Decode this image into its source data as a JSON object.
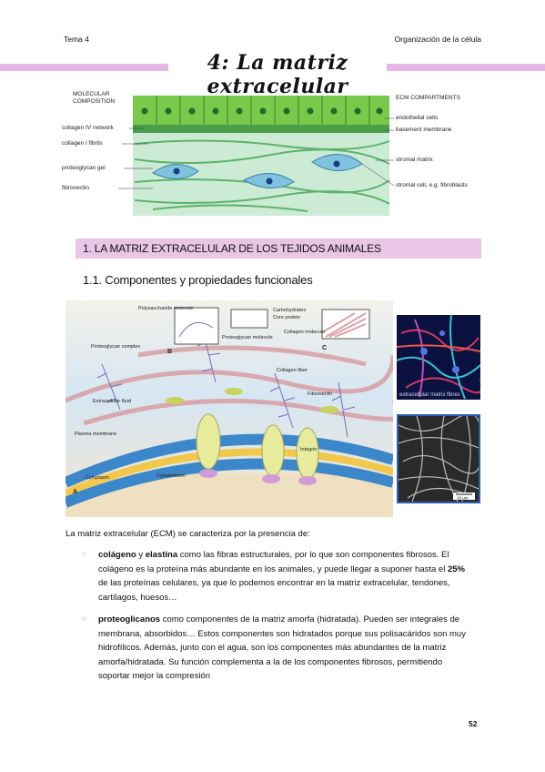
{
  "header": {
    "left": "Tema 4",
    "right": "Organización de la célula"
  },
  "page_title": "4: La matriz extracelular",
  "figure1": {
    "left_heading_1": "MOLECULAR",
    "left_heading_2": "COMPOSITION",
    "left_labels": [
      "collagen IV network",
      "collagen I fibrils",
      "proteoglycan gel",
      "fibronectin"
    ],
    "right_heading": "ECM COMPARTMENTS",
    "right_labels": [
      "endothelial cells",
      "basement membrane",
      "stromal matrix",
      "stromal cell, e.g. fibroblasts"
    ]
  },
  "section1": {
    "title": "1.   LA MATRIZ EXTRACELULAR DE LOS TEJIDOS ANIMALES"
  },
  "section11": {
    "title": "1.1. Componentes y propiedades funcionales"
  },
  "figure2": {
    "labels": {
      "polysaccharide": "Polysaccharide molecule",
      "carbohydrates": "Carbohydrates",
      "core_protein": "Core protein",
      "proteoglycan_molecule": "Proteoglycan molecule",
      "collagen_molecule": "Collagen molecule",
      "proteoglycan_complex": "Proteoglycan complex",
      "collagen_fiber": "Collagen fiber",
      "extracellular_fluid": "Extracellular fluid",
      "fibronectin": "Fibronectin",
      "plasma_membrane": "Plasma membrane",
      "integrin": "Integrin",
      "cytoplasm": "Cytoplasm",
      "cytoskeleton": "Cytoskeleton",
      "a": "A",
      "b": "B",
      "c": "C"
    },
    "micro_caption": "extracellular matrix fibres",
    "scale_bar": "10 µm"
  },
  "intro": "La matriz extracelular (ECM) se caracteriza por la presencia de:",
  "bullet1": {
    "term1": "colágeno",
    "conj": " y ",
    "term2": "elastina",
    "line1_rest": " como las fibras estructurales, por lo que son componentes fibrosos. El",
    "line2": "colágeno es la proteína más abundante en los animales, y puede llegar a suponer hasta el ",
    "pct": "25%",
    "line3": "de las proteínas celulares, ya que lo podemos encontrar en la matriz extracelular, tendones,",
    "line4": "cartílagos, huesos…"
  },
  "bullet2": {
    "term": "proteoglicanos",
    "line1_rest": " como componentes de la matriz amorfa (hidratada). Pueden ser integrales de",
    "line2": "membrana, absorbidos… Estos componentes son hidratados porque sus polisacáridos son muy",
    "line3": "hidrofílicos. Además, junto con el agua, son los componentes más abundantes de la matriz",
    "line4": "amorfa/hidratada. Su función complementa a la de los componentes fibrosos, permitiendo",
    "line5": "soportar mejor la compresión"
  },
  "bullet_symbol": "○",
  "page_number": "52"
}
